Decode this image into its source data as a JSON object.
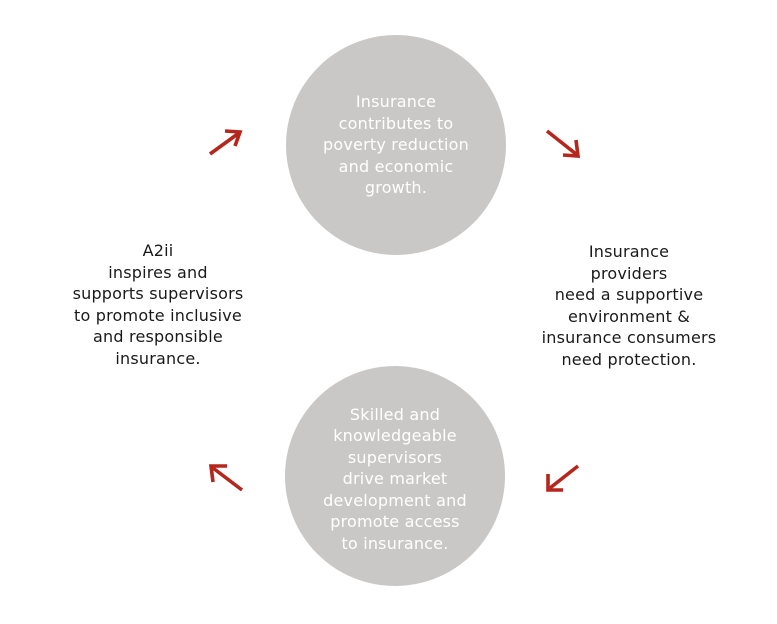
{
  "diagram": {
    "nodes": [
      {
        "id": "top",
        "text": "Insurance\ncontributes to\npoverty reduction\nand economic\ngrowth."
      },
      {
        "id": "right",
        "text": "Insurance\nproviders\nneed a supportive\nenvironment &\ninsurance consumers\nneed protection."
      },
      {
        "id": "bottom",
        "text": "Skilled and\nknowledgeable\nsupervisors\ndrive market\ndevelopment and\npromote access\nto insurance."
      },
      {
        "id": "left",
        "text": "A2ii\ninspires and\nsupports supervisors\nto promote inclusive\nand responsible\ninsurance."
      }
    ],
    "arrows": [
      {
        "from": "left",
        "to": "top",
        "icon": "arrow-up-right-icon"
      },
      {
        "from": "top",
        "to": "right",
        "icon": "arrow-down-right-icon"
      },
      {
        "from": "right",
        "to": "bottom",
        "icon": "arrow-down-left-icon"
      },
      {
        "from": "bottom",
        "to": "left",
        "icon": "arrow-up-left-icon"
      }
    ],
    "colors": {
      "circle_fill": "#c9c8c7",
      "circle_text": "#ffffff",
      "side_text": "#1a1a1a",
      "arrow": "#b5261c"
    }
  }
}
